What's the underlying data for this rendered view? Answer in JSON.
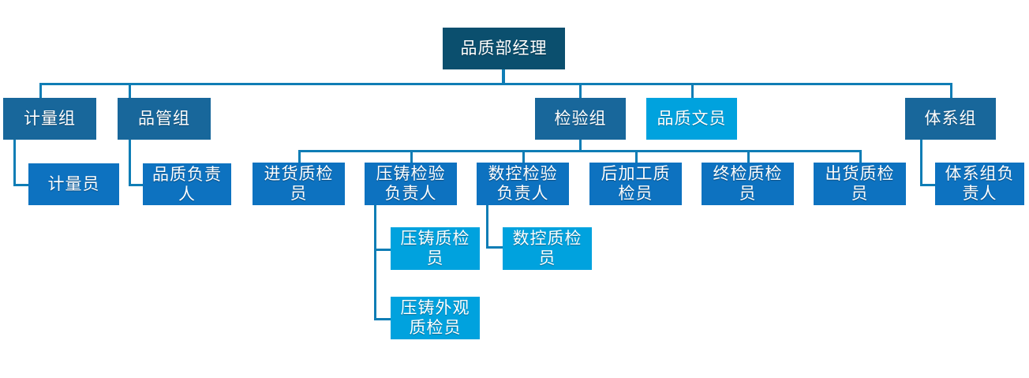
{
  "chart": {
    "title_node": "品质部经理",
    "type": "organization-chart",
    "orientation": "top-down",
    "palette": {
      "root": "#0b4f6e",
      "department": "#18679b",
      "staff": "#0d72c0",
      "sub": "#00a2de",
      "connector": "#0f7db5",
      "background": "#ffffff",
      "text": "#ffffff"
    },
    "levels": {
      "root": "品质部经理",
      "departments": [
        "计量组",
        "品管组",
        "检验组",
        "品质文员",
        "体系组"
      ],
      "staff": [
        "计量员",
        "品质负责人",
        "进货质检员",
        "压铸检验负责人",
        "数控检验负责人",
        "后加工质检员",
        "终检质检员",
        "出货质检员",
        "体系组负责人"
      ],
      "sub": [
        "压铸质检员",
        "数控质检员",
        "压铸外观质检员"
      ]
    }
  },
  "nodes": {
    "root": {
      "label": "品质部经理",
      "level": "root"
    },
    "jlz": {
      "label": "计量组",
      "level": "department"
    },
    "pgz": {
      "label": "品管组",
      "level": "department"
    },
    "jyz": {
      "label": "检验组",
      "level": "department"
    },
    "pzwy": {
      "label": "品质文员",
      "level": "sub"
    },
    "txz": {
      "label": "体系组",
      "level": "department"
    },
    "jly": {
      "label": "计量员",
      "level": "staff"
    },
    "pzfzr": {
      "label": "品质负责人",
      "level": "staff"
    },
    "jhzjy": {
      "label": "进货质检员",
      "level": "staff"
    },
    "yzjyfzr": {
      "label": "压铸检验负责人",
      "level": "staff"
    },
    "skjyfzr": {
      "label": "数控检验负责人",
      "level": "staff"
    },
    "hjgzjy": {
      "label": "后加工质检员",
      "level": "staff"
    },
    "zjzjy": {
      "label": "终检质检员",
      "level": "staff"
    },
    "chzjy": {
      "label": "出货质检员",
      "level": "staff"
    },
    "txzfzr": {
      "label": "体系组负责人",
      "level": "staff"
    },
    "yzzjy": {
      "label": "压铸质检员",
      "level": "sub"
    },
    "skzjy": {
      "label": "数控质检员",
      "level": "sub"
    },
    "yzwgzjy": {
      "label": "压铸外观质检员",
      "level": "sub"
    }
  }
}
